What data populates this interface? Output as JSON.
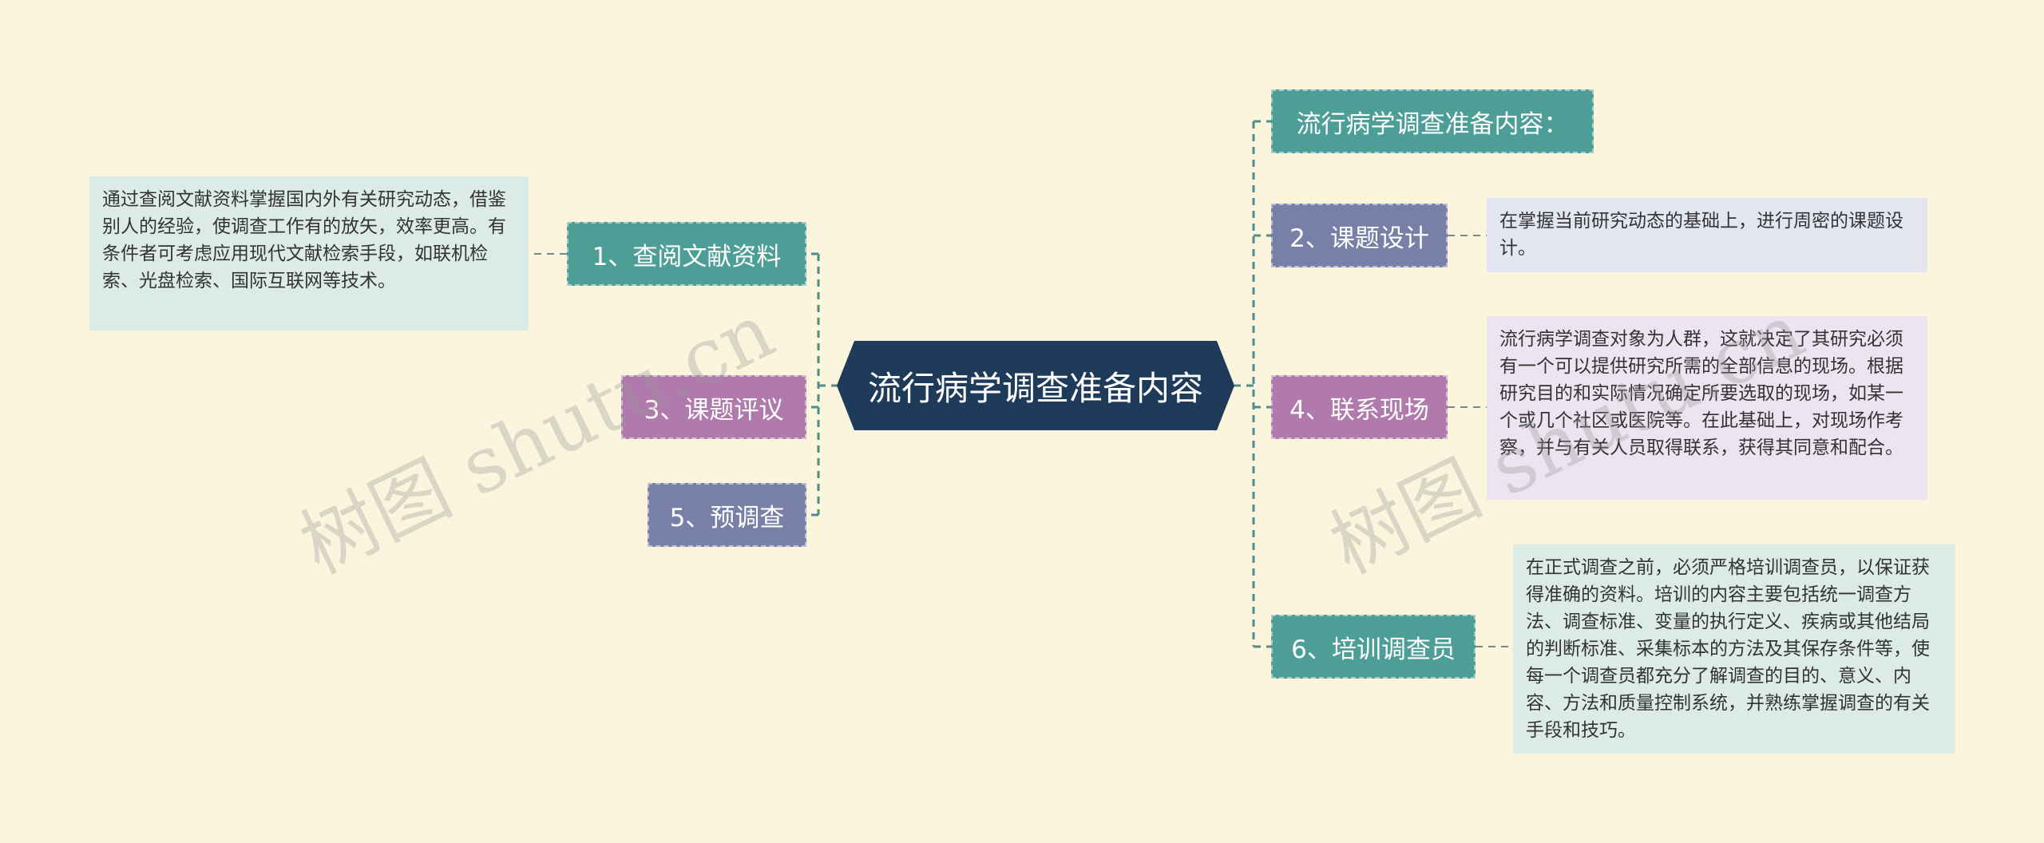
{
  "root": {
    "label": "流行病学调查准备内容"
  },
  "branches": {
    "intro": {
      "label": "流行病学调查准备内容："
    },
    "b1": {
      "label": "1、查阅文献资料",
      "note": "通过查阅文献资料掌握国内外有关研究动态，借鉴别人的经验，使调查工作有的放矢，效率更高。有条件者可考虑应用现代文献检索手段，如联机检索、光盘检索、国际互联网等技术。"
    },
    "b2": {
      "label": "2、课题设计",
      "note": "在掌握当前研究动态的基础上，进行周密的课题设计。"
    },
    "b3": {
      "label": "3、课题评议"
    },
    "b4": {
      "label": "4、联系现场",
      "note": "流行病学调查对象为人群，这就决定了其研究必须有一个可以提供研究所需的全部信息的现场。根据研究目的和实际情况确定所要选取的现场，如某一个或几个社区或医院等。在此基础上，对现场作考察，并与有关人员取得联系，获得其同意和配合。"
    },
    "b5": {
      "label": "5、预调查"
    },
    "b6": {
      "label": "6、培训调查员",
      "note": "在正式调查之前，必须严格培训调查员，以保证获得准确的资料。培训的内容主要包括统一调查方法、调查标准、变量的执行定义、疾病或其他结局的判断标准、采集标本的方法及其保存条件等，使每一个调查员都充分了解调查的目的、意义、内容、方法和质量控制系统，并熟练掌握调查的有关手段和技巧。"
    }
  },
  "watermarks": [
    "树图 shutu.cn",
    "树图 shutu.cn"
  ],
  "colors": {
    "background": "#fbf5dd",
    "root": "#1e3b5a",
    "teal": "#4e9e98",
    "slate": "#7880a8",
    "mauve": "#b07aac",
    "connector": "#4e8e8a"
  }
}
